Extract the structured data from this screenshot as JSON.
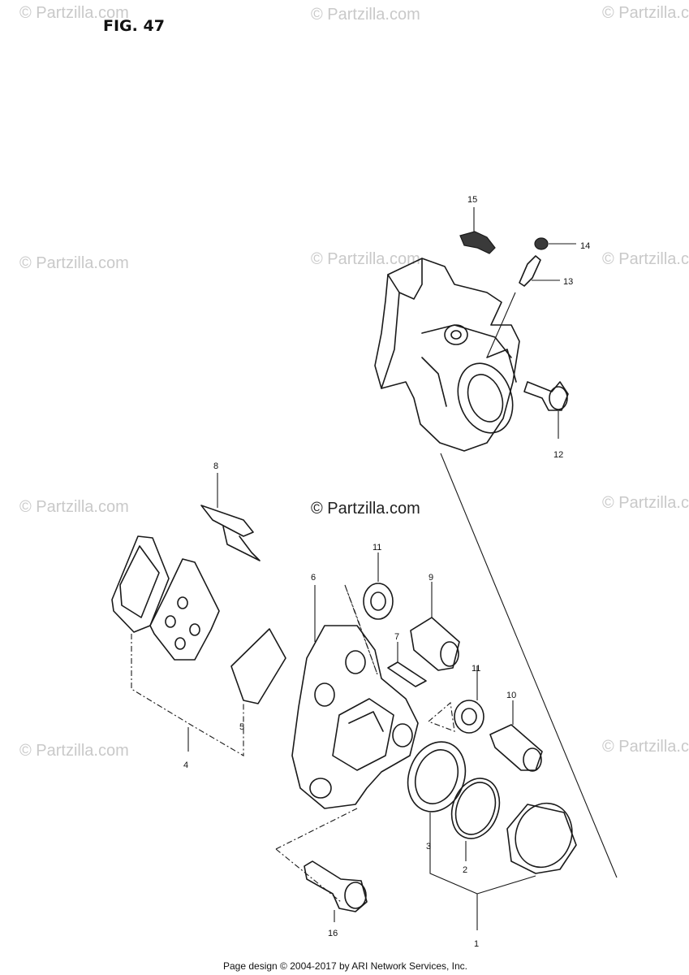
{
  "figure": {
    "title": "FIG. 47"
  },
  "watermarks": {
    "text": "© Partzilla.com",
    "main_text": "© Partzilla.com"
  },
  "callouts": {
    "c1": "1",
    "c2": "2",
    "c3": "3",
    "c4": "4",
    "c5": "5",
    "c6": "6",
    "c7": "7",
    "c8": "8",
    "c9": "9",
    "c10": "10",
    "c11a": "11",
    "c11b": "11",
    "c12": "12",
    "c13": "13",
    "c14": "14",
    "c15": "15",
    "c16": "16"
  },
  "footer": {
    "text": "Page design © 2004-2017 by ARI Network Services, Inc."
  }
}
